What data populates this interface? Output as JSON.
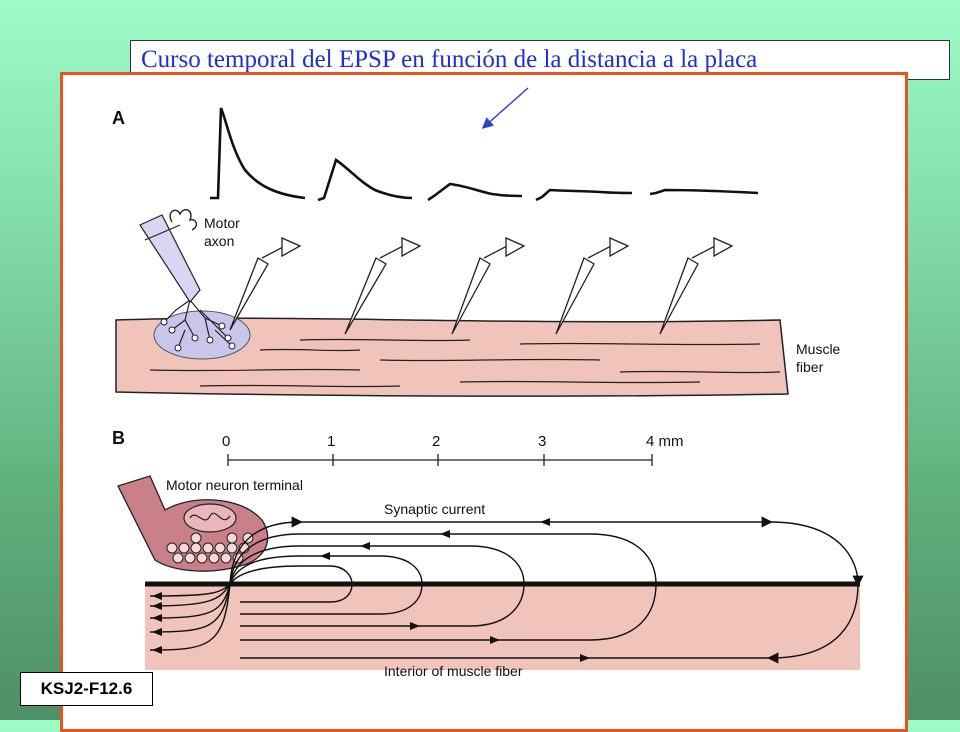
{
  "title": "Curso temporal del EPSP en función de la distancia a la placa",
  "figure_code": "KSJ2-F12.6",
  "panel_a": {
    "label": "A",
    "motor_axon_label_1": "Motor",
    "motor_axon_label_2": "axon",
    "muscle_fiber_label_1": "Muscle",
    "muscle_fiber_label_2": "fiber"
  },
  "panel_b": {
    "label": "B",
    "scale_ticks": [
      "0",
      "1",
      "2",
      "3",
      "4 mm"
    ],
    "motor_neuron_terminal_label": "Motor neuron terminal",
    "synaptic_current_label": "Synaptic current",
    "interior_label": "Interior of muscle fiber"
  },
  "colors": {
    "background_top": "#9cfcc8",
    "background_bottom": "#4f8f66",
    "frame_border": "#e8531f",
    "title_text": "#1f2fd6",
    "muscle_fill": "#f1c4bb",
    "terminal_fill": "#c98088",
    "endplate_fill": "#c9c6ec",
    "arrow": "#2b3fd0"
  }
}
